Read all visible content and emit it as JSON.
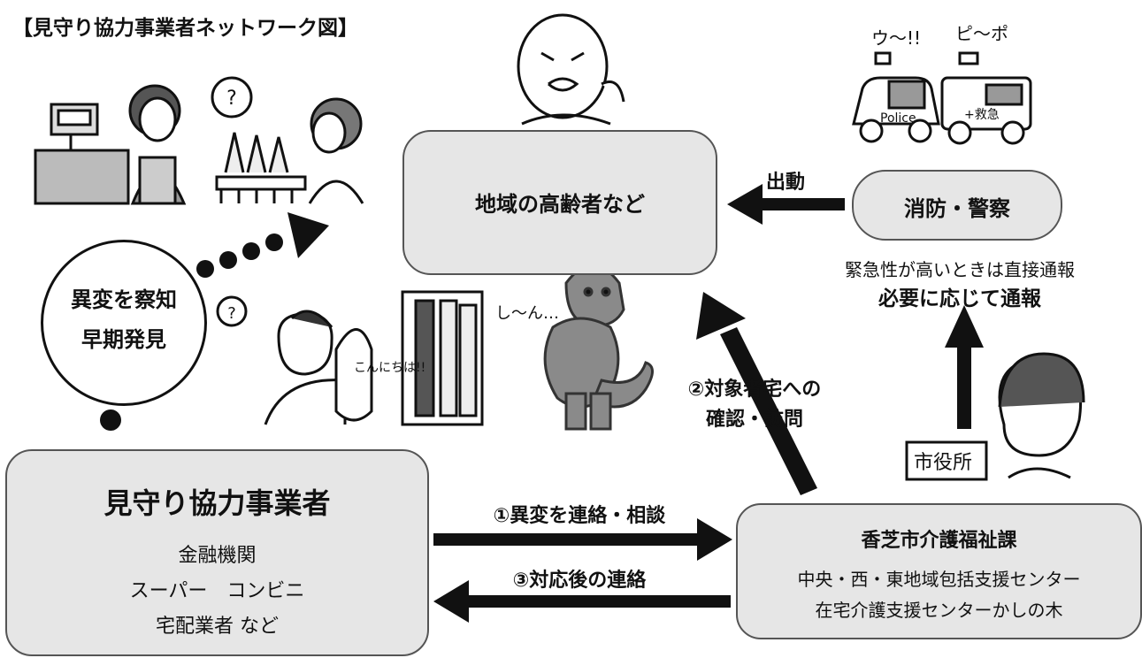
{
  "title": "【見守り協力事業者ネットワーク図】",
  "elderly_box": {
    "label": "地域の高齢者など"
  },
  "fire_police_box": {
    "label": "消防・警察"
  },
  "dispatch_label": "出動",
  "emergency_note": "緊急性が高いときは直接通報",
  "report_note": "必要に応じて通報",
  "detect_bubble": {
    "line1": "異変を察知",
    "line2": "早期発見"
  },
  "visit_label": {
    "line1": "②対象者宅への",
    "line2": "確認・訪問"
  },
  "partners_box": {
    "title": "見守り協力事業者",
    "line1": "金融機関",
    "line2": "スーパー　コンビニ",
    "line3": "宅配業者 など"
  },
  "contact_label": "①異変を連絡・相談",
  "followup_label": "③対応後の連絡",
  "city_box": {
    "title": "香芝市介護福祉課",
    "line1": "中央・西・東地域包括支援センター",
    "line2": "在宅介護支援センターかしの木"
  },
  "illustration_text": {
    "greeting": "こんにちは!!",
    "silence": "し〜ん…",
    "siren_police": "ウ〜!!",
    "siren_ambulance": "ピ〜ポ",
    "police_car": "Police",
    "ambulance": "+救急",
    "city_office_sign": "市役所",
    "question": "?"
  }
}
